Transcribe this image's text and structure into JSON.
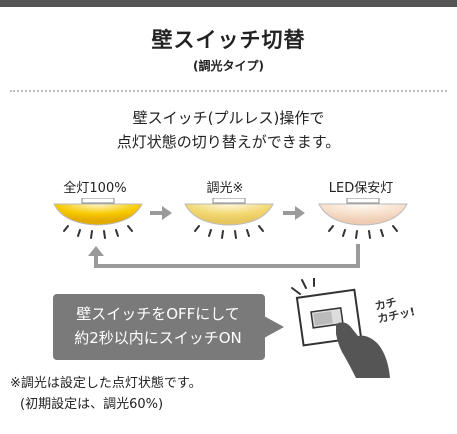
{
  "header": {
    "title": "壁スイッチ切替",
    "subtitle": "(調光タイプ)"
  },
  "description": {
    "line1": "壁スイッチ(プルレス)操作で",
    "line2": "点灯状態の切り替えができます。"
  },
  "states": [
    {
      "label": "全灯100%",
      "color": "#f5c400"
    },
    {
      "label": "調光※",
      "color": "#f2d568"
    },
    {
      "label": "LED保安灯",
      "color": "#f6dcc8"
    }
  ],
  "callout": {
    "line1": "壁スイッチをOFFにして",
    "line2": "約2秒以内にスイッチON"
  },
  "sound_effect": {
    "line1": "カチ",
    "line2": "カチッ!"
  },
  "notes": {
    "line1": "※調光は設定した点灯状態です。",
    "line2": "(初期設定は、調光60%)"
  },
  "colors": {
    "top_bar": "#555555",
    "callout_bg": "#7a7a7a",
    "arrow": "#9a9a9a"
  }
}
